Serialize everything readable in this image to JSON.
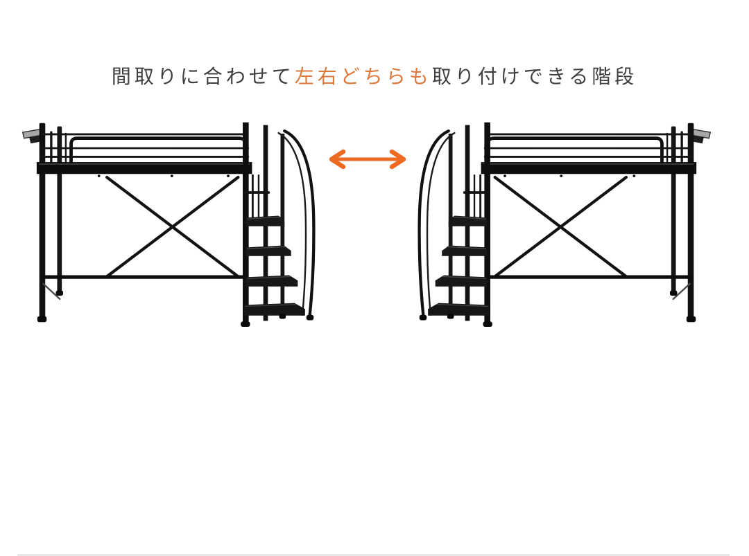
{
  "headline": {
    "prefix": "間取りに合わせて",
    "highlight": "左右どちらも",
    "suffix": "取り付けできる階段",
    "text_color": "#3e3e3e",
    "highlight_color": "#dd793d"
  },
  "arrow": {
    "icon": "left-right-double-arrow-icon",
    "color": "#ec6a22"
  },
  "illustrations": {
    "left_bed": {
      "icon": "loft-bed-stairs-on-right-illustration",
      "frame_color": "#141414"
    },
    "right_bed": {
      "icon": "loft-bed-stairs-on-left-illustration",
      "frame_color": "#141414"
    }
  },
  "divider_color": "#e7e7e7"
}
